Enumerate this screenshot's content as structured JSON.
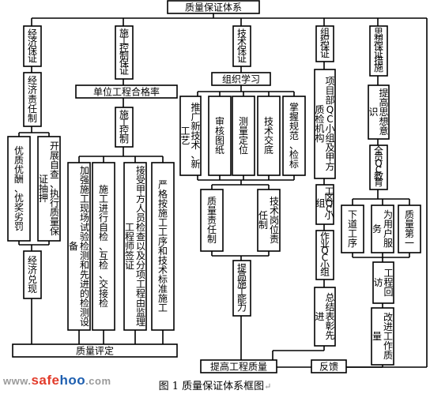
{
  "diagram": {
    "nodes": [
      {
        "id": "root",
        "text": "质量保证体系",
        "orient": "h"
      },
      {
        "id": "econ",
        "text": "经济保证",
        "orient": "v"
      },
      {
        "id": "const",
        "text": "施工控制保证",
        "orient": "v"
      },
      {
        "id": "tech",
        "text": "技术保证",
        "orient": "v"
      },
      {
        "id": "org",
        "text": "组织保证",
        "orient": "v"
      },
      {
        "id": "thought",
        "text": "思想保证措施",
        "orient": "v"
      },
      {
        "id": "econ_resp",
        "text": "经济责任制",
        "orient": "v"
      },
      {
        "id": "prize",
        "text": "优质优酬、优奖劣罚",
        "orient": "v"
      },
      {
        "id": "openresp",
        "text": "开展自查、执行质量保证抽押",
        "orient": "v"
      },
      {
        "id": "econ_cash",
        "text": "经济兑现",
        "orient": "v"
      },
      {
        "id": "unit_rate",
        "text": "单位工程合格率",
        "orient": "h"
      },
      {
        "id": "const_ctrl",
        "text": "施工控制",
        "orient": "v"
      },
      {
        "id": "strengthen",
        "text": "加强施工现场试验检测和先进的检测设备",
        "orient": "v"
      },
      {
        "id": "selfcheck",
        "text": "施工进行自检、互检、交接检",
        "orient": "v"
      },
      {
        "id": "inspect",
        "text": "接受甲方人员检查以及分项工程由监理工程师签证",
        "orient": "v"
      },
      {
        "id": "strict",
        "text": "严格按施工工序和技术标准施工",
        "orient": "v"
      },
      {
        "id": "org_study",
        "text": "组织学习",
        "orient": "h"
      },
      {
        "id": "promote",
        "text": "推广新技术、新工艺",
        "orient": "v"
      },
      {
        "id": "review",
        "text": "审核图纸",
        "orient": "v"
      },
      {
        "id": "survey",
        "text": "测量定位",
        "orient": "v"
      },
      {
        "id": "tech_disc",
        "text": "技术交底",
        "orient": "v"
      },
      {
        "id": "rules",
        "text": "掌握规范、检标",
        "orient": "v"
      },
      {
        "id": "qa_resp",
        "text": "质量责任制",
        "orient": "v"
      },
      {
        "id": "post_resp",
        "text": "技术岗位责任制",
        "orient": "v"
      },
      {
        "id": "improve_ability",
        "text": "提高施工能力",
        "orient": "v"
      },
      {
        "id": "proj_dept",
        "text": "项目部QC小组及甲方质检机构",
        "orient": "v"
      },
      {
        "id": "qc_team",
        "text": "工区QC小组",
        "orient": "v"
      },
      {
        "id": "work_team",
        "text": "作业QC小组",
        "orient": "v"
      },
      {
        "id": "commend",
        "text": "总结表彰先进",
        "orient": "v"
      },
      {
        "id": "raise_aware",
        "text": "提高思想意识",
        "orient": "v"
      },
      {
        "id": "all_edu",
        "text": "全员QC教育",
        "orient": "v"
      },
      {
        "id": "next_proc",
        "text": "下道工序",
        "orient": "v"
      },
      {
        "id": "serve_user",
        "text": "为用户服务",
        "orient": "v"
      },
      {
        "id": "quality_first",
        "text": "质量第一",
        "orient": "v"
      },
      {
        "id": "eng_visit",
        "text": "工程回访",
        "orient": "v"
      },
      {
        "id": "improve_qual",
        "text": "改进工作质量",
        "orient": "v"
      },
      {
        "id": "q_eval",
        "text": "质量评定",
        "orient": "h"
      },
      {
        "id": "improve_proj",
        "text": "提高工程质量",
        "orient": "h"
      },
      {
        "id": "feedback",
        "text": "反馈",
        "orient": "h"
      }
    ],
    "caption": "图 1  质量保证体系框图",
    "caption_mark": "↵",
    "watermark": {
      "prefix": "www.",
      "mid1": "safe",
      "mid2": "hoo",
      "suffix": ".com"
    }
  }
}
